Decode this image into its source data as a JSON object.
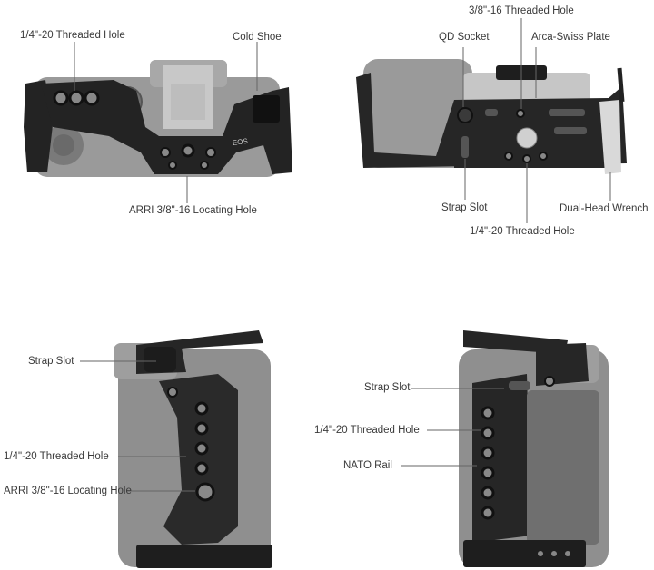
{
  "top_left": {
    "threaded_hole": "1/4\"-20 Threaded Hole",
    "cold_shoe": "Cold Shoe",
    "locating_hole": "ARRI 3/8\"-16 Locating Hole",
    "engraving": "EOS"
  },
  "top_right": {
    "threaded_hole_top": "3/8\"-16 Threaded Hole",
    "qd_socket": "QD Socket",
    "arca_swiss": "Arca-Swiss Plate",
    "strap_slot": "Strap Slot",
    "dual_wrench": "Dual-Head Wrench",
    "threaded_hole_bottom": "1/4\"-20 Threaded Hole"
  },
  "bottom_left": {
    "strap_slot": "Strap Slot",
    "threaded_hole": "1/4\"-20 Threaded Hole",
    "locating_hole": "ARRI 3/8\"-16 Locating Hole"
  },
  "bottom_right": {
    "strap_slot": "Strap Slot",
    "threaded_hole": "1/4\"-20 Threaded Hole",
    "nato_rail": "NATO Rail"
  },
  "colors": {
    "cage": "#1f1f1f",
    "camera": "#8a8a8a",
    "leader": "#666666"
  }
}
